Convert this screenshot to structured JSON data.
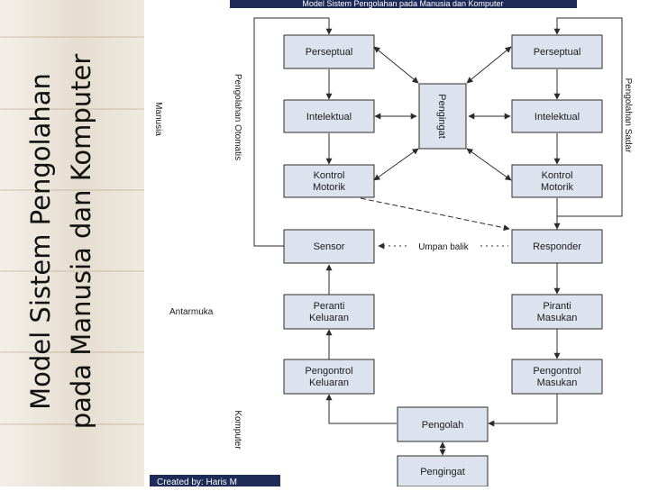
{
  "slide": {
    "title_line1": "Model Sistem Pengolahan",
    "title_line2": "pada Manusia dan Komputer"
  },
  "diagram": {
    "header": "Model Sistem Pengolahan pada Manusia dan Komputer",
    "footer": "Created by: Haris M",
    "nodes": {
      "perseptual_left": [
        "Perseptual"
      ],
      "perseptual_right": [
        "Perseptual"
      ],
      "intelektual_left": [
        "Intelektual"
      ],
      "intelektual_right": [
        "Intelektual"
      ],
      "kontrol_left": [
        "Kontrol",
        "Motorik"
      ],
      "kontrol_right": [
        "Kontrol",
        "Motorik"
      ],
      "sensor": [
        "Sensor"
      ],
      "responder": [
        "Responder"
      ],
      "peranti_keluaran": [
        "Peranti",
        "Keluaran"
      ],
      "piranti_masukan": [
        "Piranti",
        "Masukan"
      ],
      "pengontrol_keluaran": [
        "Pengontrol",
        "Keluaran"
      ],
      "pengontrol_masukan": [
        "Pengontrol",
        "Masukan"
      ],
      "pengolah": [
        "Pengolah"
      ],
      "pengingat_bottom": [
        "Pengingat"
      ],
      "pengingat_center": [
        "Pengingat"
      ]
    },
    "labels": {
      "manusia": "Manusia",
      "pengolahan_otomatis": "Pengolahan Otomatis",
      "pengolahan_sadar": "Pengolahan Sadar",
      "antarmuka": "Antarmuka",
      "komputer": "Komputer",
      "umpan_balik": "Umpan balik"
    }
  },
  "colors": {
    "box_fill": "#dde3ee",
    "box_stroke": "#2b2b2b",
    "header_bar": "#1e2a57",
    "text": "#1a1a1a"
  }
}
